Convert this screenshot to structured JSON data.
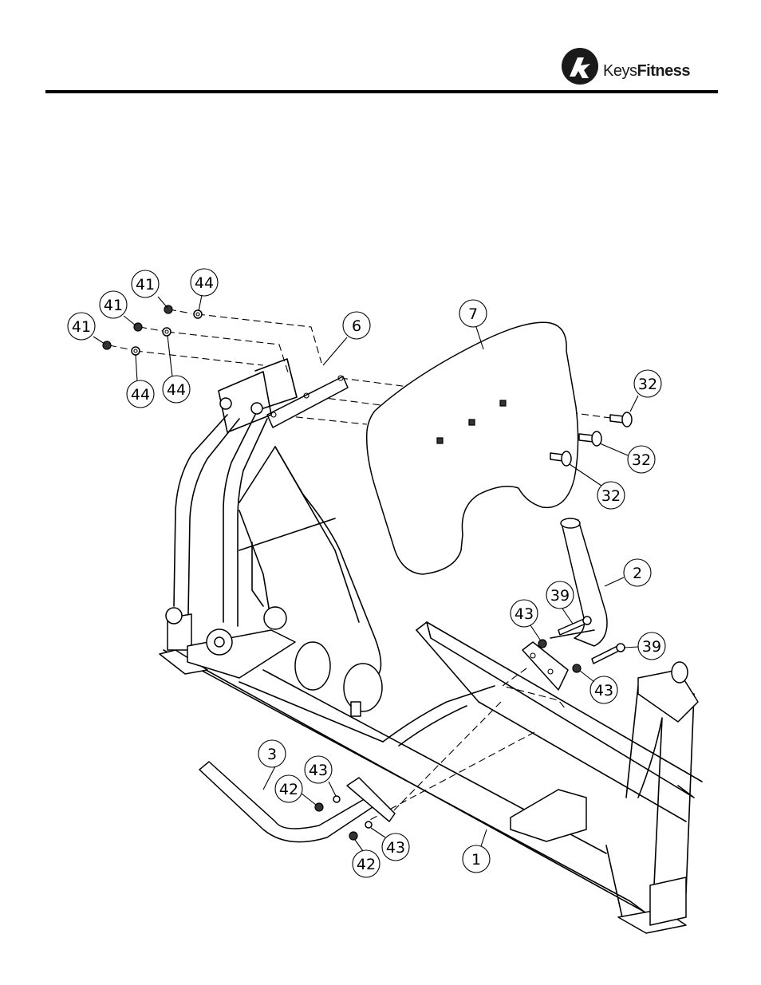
{
  "header": {
    "logo_text_regular": "Keys",
    "logo_text_bold": "Fitness"
  },
  "callouts": {
    "c41a": "41",
    "c44a": "44",
    "c41b": "41",
    "c44b": "44",
    "c41c": "41",
    "c44c": "44",
    "c6": "6",
    "c7": "7",
    "c32a": "32",
    "c32b": "32",
    "c32c": "32",
    "c2": "2",
    "c39a": "39",
    "c39b": "39",
    "c43a": "43",
    "c43b": "43",
    "c3": "3",
    "c43c": "43",
    "c43d": "43",
    "c42a": "42",
    "c42b": "42",
    "c1": "1"
  }
}
